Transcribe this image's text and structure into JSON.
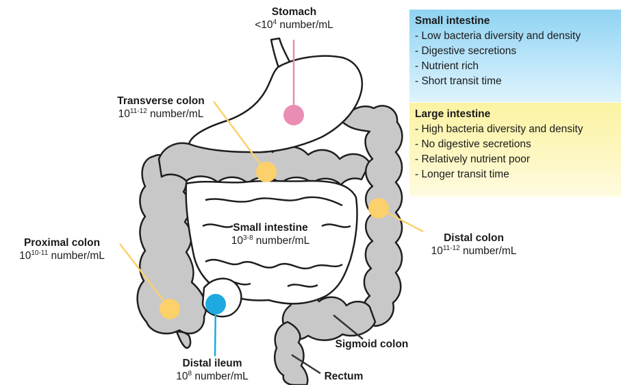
{
  "labels": {
    "stomach": {
      "name": "Stomach",
      "base": "<10",
      "exp": "4",
      "unit": " number/mL"
    },
    "transverse_colon": {
      "name": "Transverse colon",
      "base": "10",
      "exp": "11-12",
      "unit": " number/mL"
    },
    "small_intestine": {
      "name": "Small intestine",
      "base": "10",
      "exp": "3-8",
      "unit": " number/mL"
    },
    "proximal_colon": {
      "name": "Proximal colon",
      "base": "10",
      "exp": "10-11",
      "unit": " number/mL"
    },
    "distal_colon": {
      "name": "Distal colon",
      "base": "10",
      "exp": "11-12",
      "unit": " number/mL"
    },
    "distal_ileum": {
      "name": "Distal ileum",
      "base": "10",
      "exp": "8",
      "unit": " number/mL"
    },
    "sigmoid_colon": {
      "name": "Sigmoid colon"
    },
    "rectum": {
      "name": "Rectum"
    }
  },
  "panels": {
    "small_intestine": {
      "title": "Small intestine",
      "items": [
        "- Low bacteria diversity and density",
        "- Digestive secretions",
        "- Nutrient rich",
        "- Short transit time"
      ]
    },
    "large_intestine": {
      "title": "Large intestine",
      "items": [
        "- High bacteria diversity and density",
        "- No digestive secretions",
        "- Relatively nutrient poor",
        "- Longer transit time"
      ]
    }
  },
  "colors": {
    "stomach_marker": "#ea8db4",
    "colon_marker": "#fcd06a",
    "ileum_marker": "#1fa9e1",
    "colon_fill": "#c8c8c8",
    "outline": "#1e1e1e",
    "small_panel": "#8fd3f2",
    "large_panel": "#fbf3a2"
  }
}
